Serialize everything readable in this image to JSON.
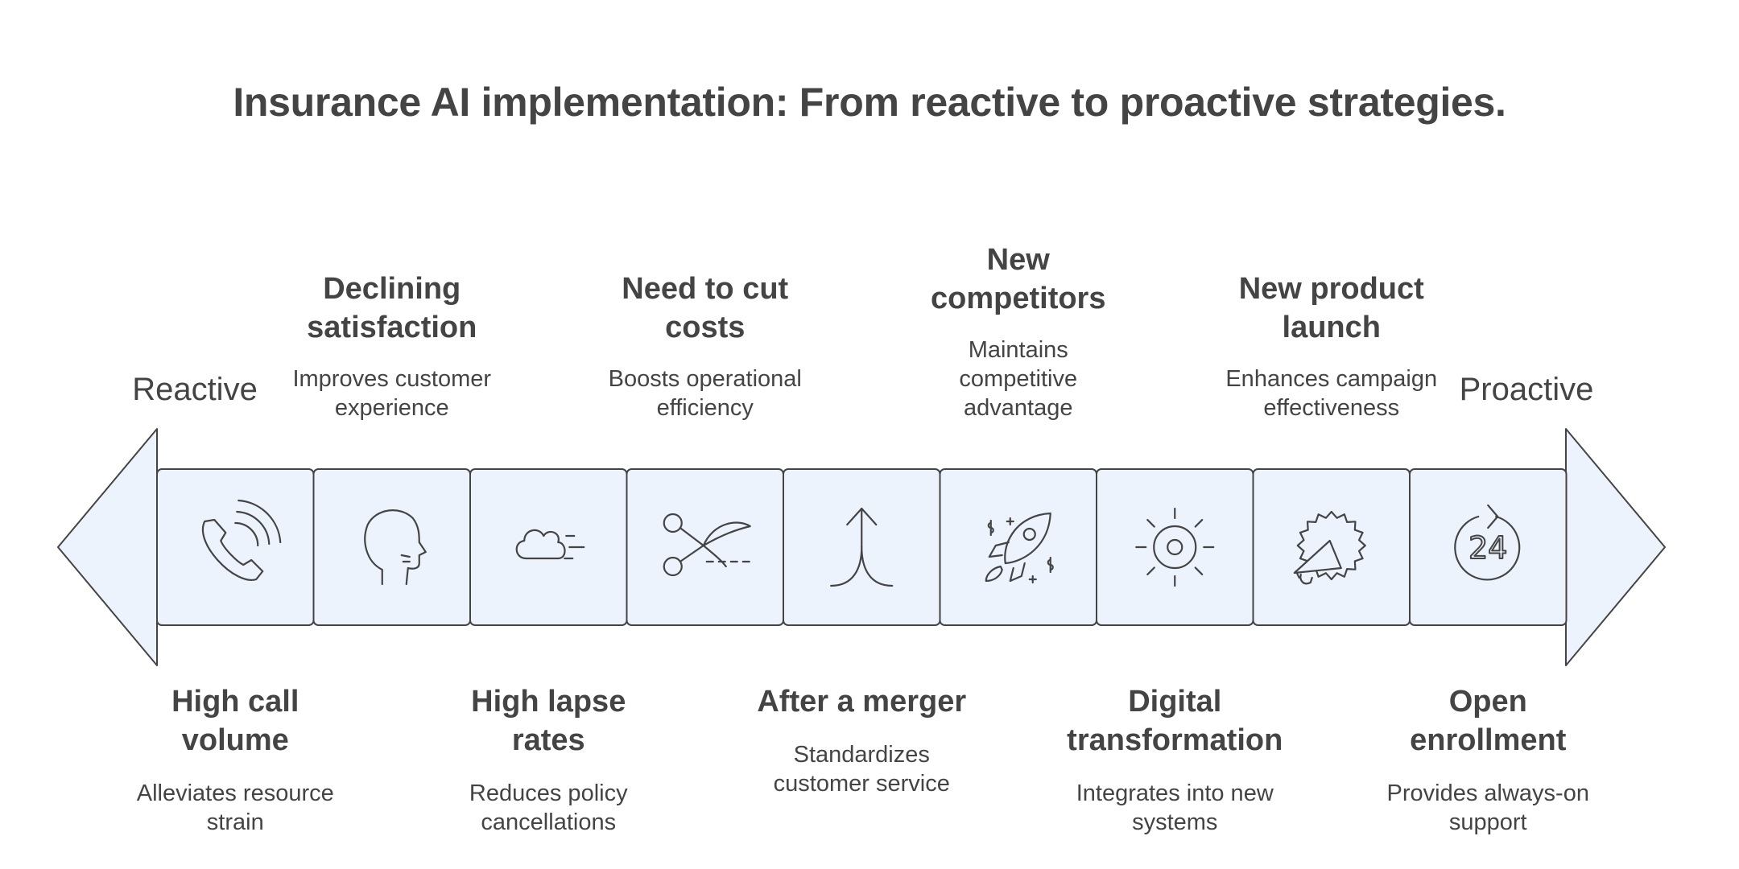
{
  "title": "Insurance AI implementation: From reactive to proactive strategies.",
  "colors": {
    "fill": "#EDF3FD",
    "stroke": "#444444",
    "text": "#444444"
  },
  "ends": {
    "left": "Reactive",
    "right": "Proactive"
  },
  "steps": [
    {
      "icon": "phone-icon",
      "position": "bottom",
      "heading_lines": [
        "High call",
        "volume"
      ],
      "desc_lines": [
        "Alleviates resource",
        "strain"
      ]
    },
    {
      "icon": "person-head-icon",
      "position": "top",
      "heading_lines": [
        "Declining",
        "satisfaction"
      ],
      "desc_lines": [
        "Improves customer",
        "experience"
      ]
    },
    {
      "icon": "cloud-wind-icon",
      "position": "bottom",
      "heading_lines": [
        "High lapse",
        "rates"
      ],
      "desc_lines": [
        "Reduces policy",
        "cancellations"
      ]
    },
    {
      "icon": "scissors-icon",
      "position": "top",
      "heading_lines": [
        "Need to cut",
        "costs"
      ],
      "desc_lines": [
        "Boosts operational",
        "efficiency"
      ]
    },
    {
      "icon": "merge-arrow-icon",
      "position": "bottom",
      "heading_lines": [
        "After a merger"
      ],
      "desc_lines": [
        "Standardizes",
        "customer service"
      ]
    },
    {
      "icon": "rocket-icon",
      "position": "top",
      "heading_lines": [
        "New",
        "competitors"
      ],
      "desc_lines": [
        "Maintains",
        "competitive",
        "advantage"
      ]
    },
    {
      "icon": "sun-gear-icon",
      "position": "bottom",
      "heading_lines": [
        "Digital",
        "transformation"
      ],
      "desc_lines": [
        "Integrates into new",
        "systems"
      ]
    },
    {
      "icon": "megaphone-icon",
      "position": "top",
      "heading_lines": [
        "New product",
        "launch"
      ],
      "desc_lines": [
        "Enhances campaign",
        "effectiveness"
      ]
    },
    {
      "icon": "clock-24-icon",
      "position": "bottom",
      "heading_lines": [
        "Open",
        "enrollment"
      ],
      "desc_lines": [
        "Provides always-on",
        "support"
      ],
      "icon_text": "24"
    }
  ]
}
